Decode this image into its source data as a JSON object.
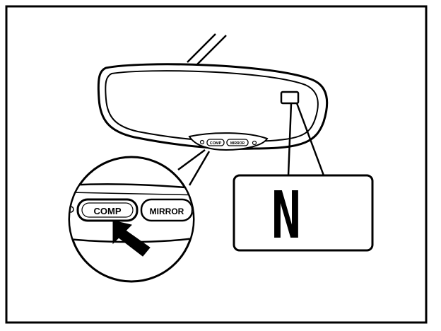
{
  "mirror": {
    "small_buttons": {
      "comp_label": "COMP",
      "mirror_label": "MIRROR"
    },
    "compass_display": {
      "direction_letter": "N"
    }
  },
  "magnified_view": {
    "comp_button_label": "COMP",
    "mirror_button_label": "MIRROR"
  },
  "colors": {
    "stroke": "#000000",
    "background": "#ffffff"
  }
}
